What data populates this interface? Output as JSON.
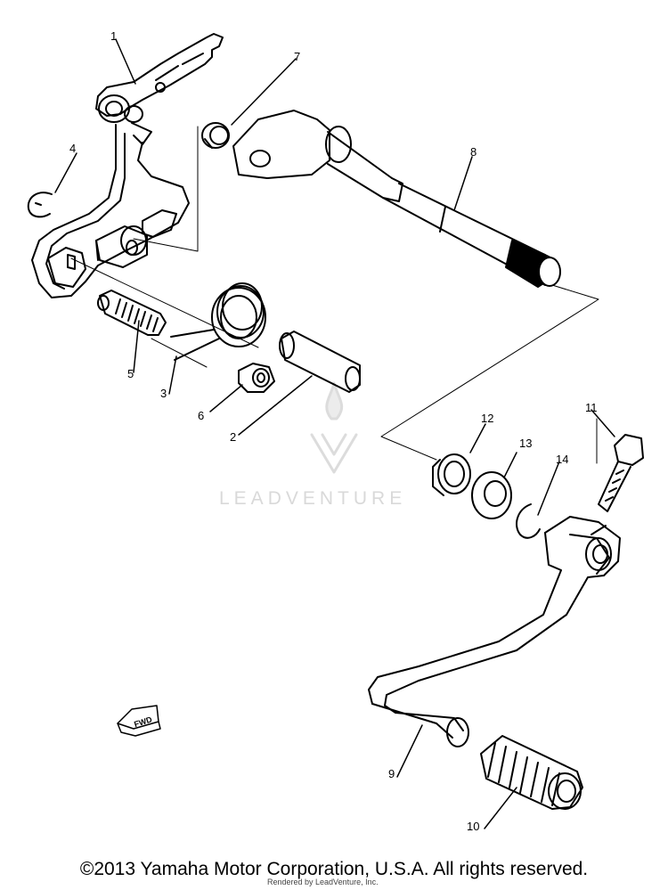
{
  "callouts": {
    "p1": "1",
    "p2": "2",
    "p3": "3",
    "p4": "4",
    "p5": "5",
    "p6": "6",
    "p7": "7",
    "p8": "8",
    "p9": "9",
    "p10": "10",
    "p11": "11",
    "p12": "12",
    "p13": "13",
    "p14": "14"
  },
  "fwd_label": "FWD",
  "watermark": "LEADVENTURE",
  "copyright": "©2013 Yamaha Motor Corporation, U.S.A. All rights reserved.",
  "rendered_by": "Rendered by LeadVenture, Inc.",
  "colors": {
    "line": "#000000",
    "watermark": "#d9d9d9"
  }
}
